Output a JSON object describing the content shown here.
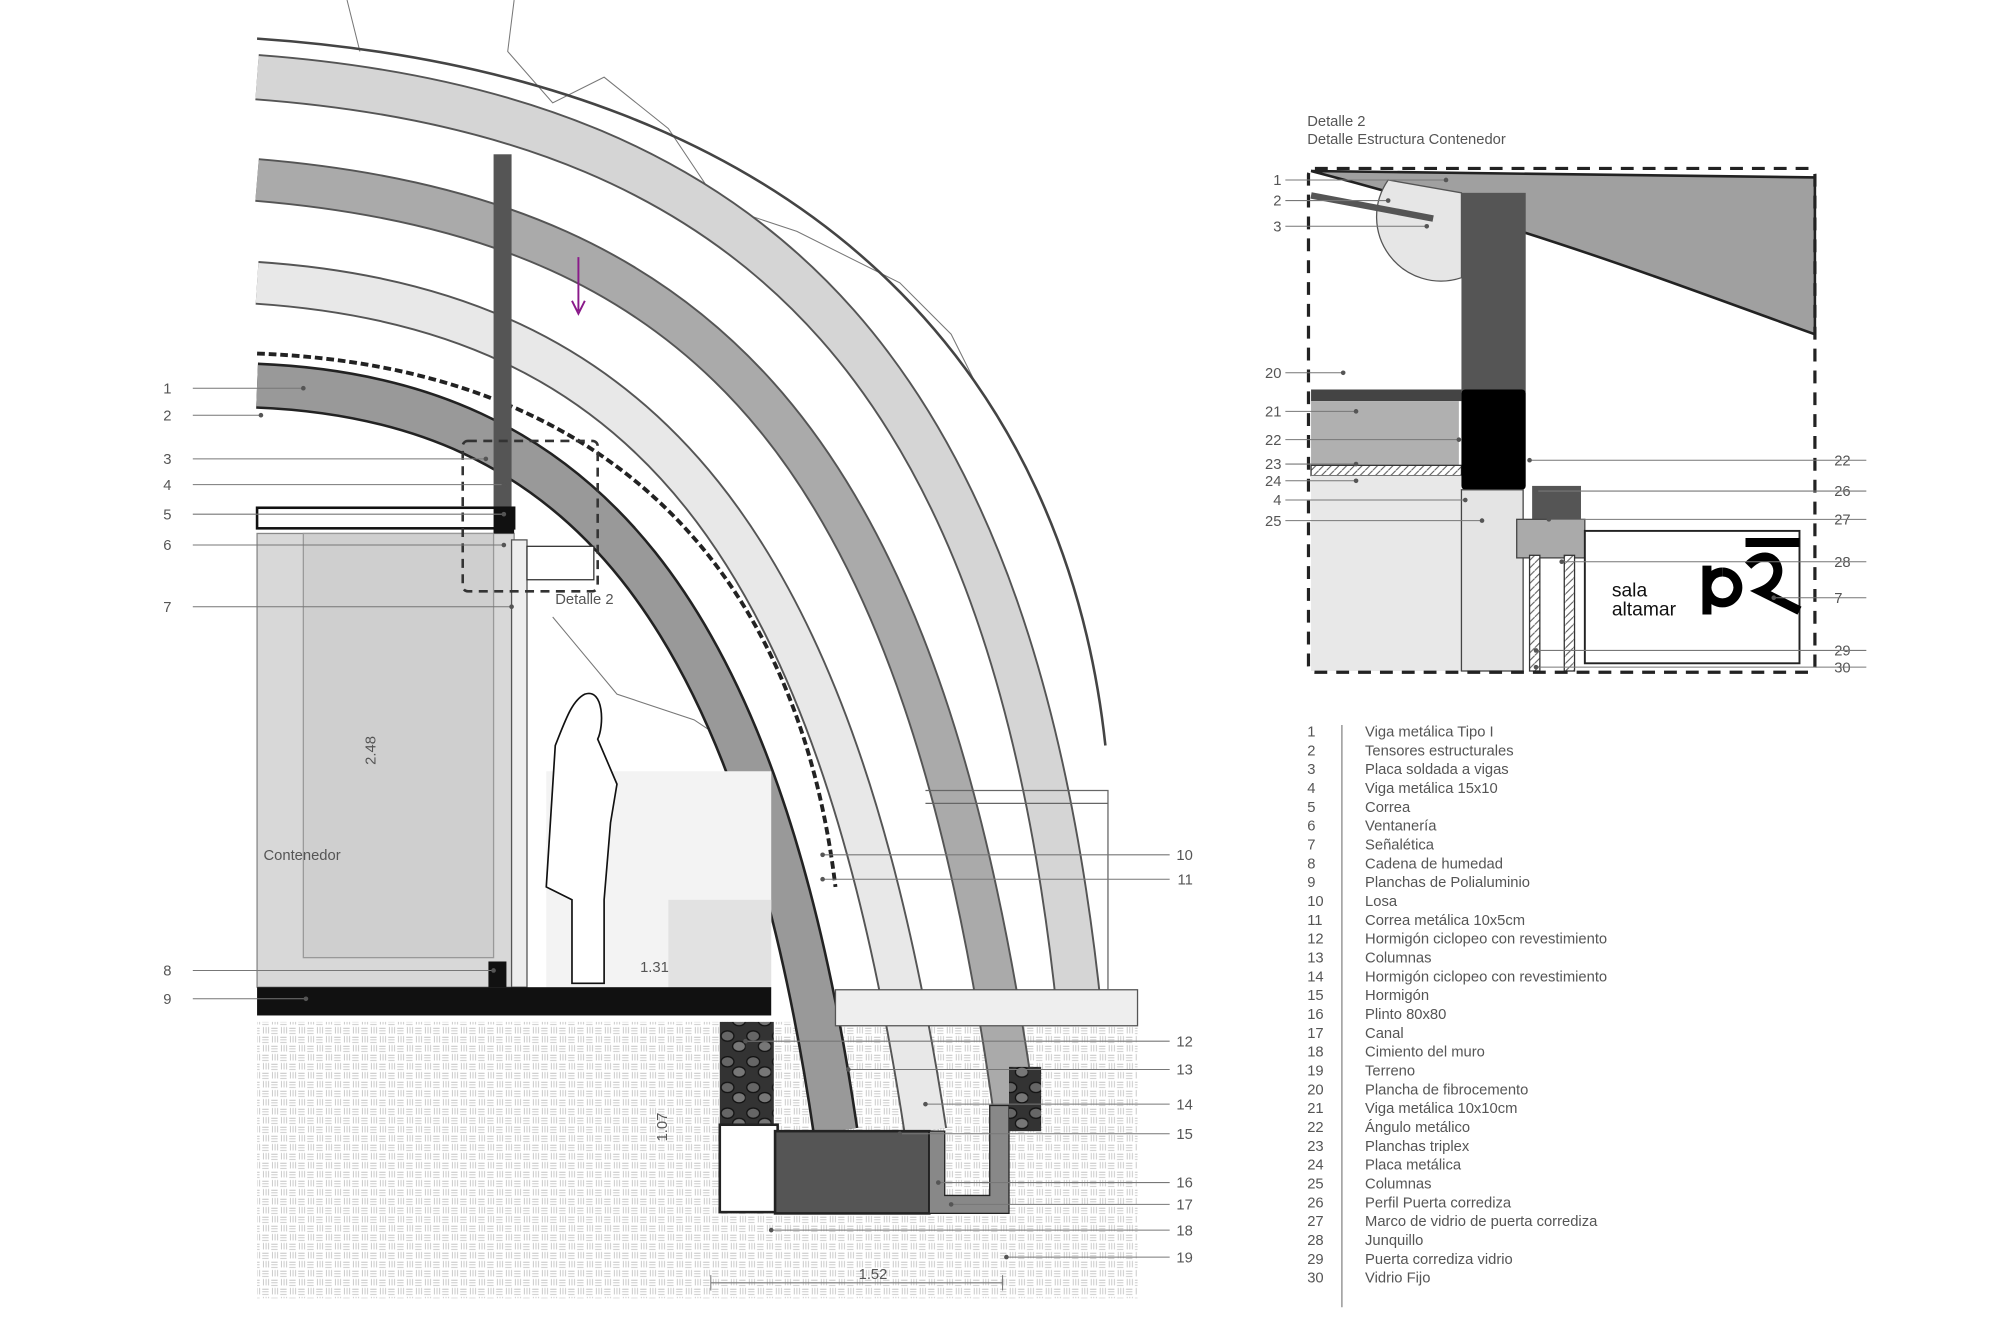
{
  "main_section": {
    "left_callouts": [
      "1",
      "2",
      "3",
      "4",
      "5",
      "6",
      "7",
      "8",
      "9"
    ],
    "right_callouts": [
      "10",
      "11",
      "12",
      "13",
      "14",
      "15",
      "16",
      "17",
      "18",
      "19"
    ],
    "container_label": "Contenedor",
    "detail_ref_label": "Detalle 2",
    "dimensions": {
      "container_height": "2.48",
      "slab_width": "1.31",
      "foundation_depth": "1.07",
      "foundation_width": "1.52"
    }
  },
  "detail": {
    "title": "Detalle 2",
    "subtitle": "Detalle Estructura Contenedor",
    "left_callouts": [
      "1",
      "2",
      "3",
      "20",
      "21",
      "22",
      "23",
      "24",
      "4",
      "25"
    ],
    "right_callouts": [
      "22",
      "26",
      "27",
      "28",
      "7",
      "29",
      "30"
    ],
    "sign_text": [
      "sala",
      "altamar"
    ]
  },
  "legend": [
    {
      "n": "1",
      "text": "Viga metálica Tipo I"
    },
    {
      "n": "2",
      "text": "Tensores estructurales"
    },
    {
      "n": "3",
      "text": "Placa soldada a vigas"
    },
    {
      "n": "4",
      "text": "Viga metálica 15x10"
    },
    {
      "n": "5",
      "text": "Correa"
    },
    {
      "n": "6",
      "text": "Ventanería"
    },
    {
      "n": "7",
      "text": "Señalética"
    },
    {
      "n": "8",
      "text": "Cadena de humedad"
    },
    {
      "n": "9",
      "text": "Planchas de Polialuminio"
    },
    {
      "n": "10",
      "text": "Losa"
    },
    {
      "n": "11",
      "text": "Correa metálica 10x5cm"
    },
    {
      "n": "12",
      "text": "Hormigón ciclopeo con revestimiento"
    },
    {
      "n": "13",
      "text": "Columnas"
    },
    {
      "n": "14",
      "text": "Hormigón ciclopeo con revestimiento"
    },
    {
      "n": "15",
      "text": "Hormigón"
    },
    {
      "n": "16",
      "text": "Plinto 80x80"
    },
    {
      "n": "17",
      "text": "Canal"
    },
    {
      "n": "18",
      "text": "Cimiento del muro"
    },
    {
      "n": "19",
      "text": "Terreno"
    },
    {
      "n": "20",
      "text": "Plancha de fibrocemento"
    },
    {
      "n": "21",
      "text": "Viga metálica 10x10cm"
    },
    {
      "n": "22",
      "text": "Ángulo metálico"
    },
    {
      "n": "23",
      "text": "Planchas triplex"
    },
    {
      "n": "24",
      "text": "Placa metálica"
    },
    {
      "n": "25",
      "text": "Columnas"
    },
    {
      "n": "26",
      "text": "Perfil Puerta corrediza"
    },
    {
      "n": "27",
      "text": "Marco de vidrio de puerta corrediza"
    },
    {
      "n": "28",
      "text": "Junquillo"
    },
    {
      "n": "29",
      "text": "Puerta corrediza vidrio"
    },
    {
      "n": "30",
      "text": "Vidrio Fijo"
    }
  ],
  "colors": {
    "arrow_accent": "#8a1a8a",
    "structure_dark": "#111111",
    "hatch_gray": "#bbbbbb"
  }
}
